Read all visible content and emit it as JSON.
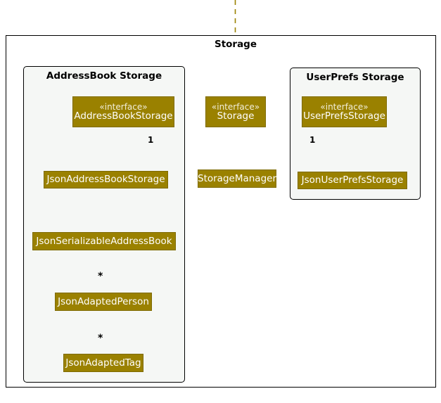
{
  "diagram": {
    "kind": "uml-class-diagram",
    "accent_color": "#9a8100",
    "panel_background": "#f5f7f5",
    "border_color": "#000000",
    "outer_package": {
      "title": "Storage"
    },
    "packages": [
      {
        "id": "addressbook-storage",
        "title": "AddressBook Storage"
      },
      {
        "id": "userprefs-storage",
        "title": "UserPrefs Storage"
      }
    ],
    "nodes": {
      "address_book_storage": {
        "stereotype": "«interface»",
        "name": "AddressBookStorage"
      },
      "storage": {
        "stereotype": "«interface»",
        "name": "Storage"
      },
      "user_prefs_storage": {
        "stereotype": "«interface»",
        "name": "UserPrefsStorage"
      },
      "json_address_book_storage": {
        "name": "JsonAddressBookStorage"
      },
      "storage_manager": {
        "name": "StorageManager"
      },
      "json_user_prefs_storage": {
        "name": "JsonUserPrefsStorage"
      },
      "json_serializable_address_book": {
        "name": "JsonSerializableAddressBook"
      },
      "json_adapted_person": {
        "name": "JsonAdaptedPerson"
      },
      "json_adapted_tag": {
        "name": "JsonAdaptedTag"
      }
    },
    "multiplicities": {
      "abs_from_storage_manager": "1",
      "ups_from_storage_manager": "1",
      "serializable_to_person": "*",
      "person_to_tag": "*"
    },
    "relationships": [
      {
        "from": "Storage",
        "to": "AddressBookStorage",
        "type": "generalization"
      },
      {
        "from": "Storage",
        "to": "UserPrefsStorage",
        "type": "generalization"
      },
      {
        "from": "StorageManager",
        "to": "Storage",
        "type": "realization"
      },
      {
        "from": "JsonAddressBookStorage",
        "to": "AddressBookStorage",
        "type": "realization"
      },
      {
        "from": "JsonUserPrefsStorage",
        "to": "UserPrefsStorage",
        "type": "realization"
      },
      {
        "from": "StorageManager",
        "to": "AddressBookStorage",
        "type": "association",
        "multiplicity": "1"
      },
      {
        "from": "StorageManager",
        "to": "UserPrefsStorage",
        "type": "association",
        "multiplicity": "1"
      },
      {
        "from": "JsonAddressBookStorage",
        "to": "JsonSerializableAddressBook",
        "type": "dependency"
      },
      {
        "from": "JsonSerializableAddressBook",
        "to": "JsonAdaptedPerson",
        "type": "association",
        "multiplicity": "*"
      },
      {
        "from": "JsonAdaptedPerson",
        "to": "JsonAdaptedTag",
        "type": "association",
        "multiplicity": "*"
      },
      {
        "from": "external",
        "to": "Storage",
        "type": "dependency"
      }
    ]
  }
}
